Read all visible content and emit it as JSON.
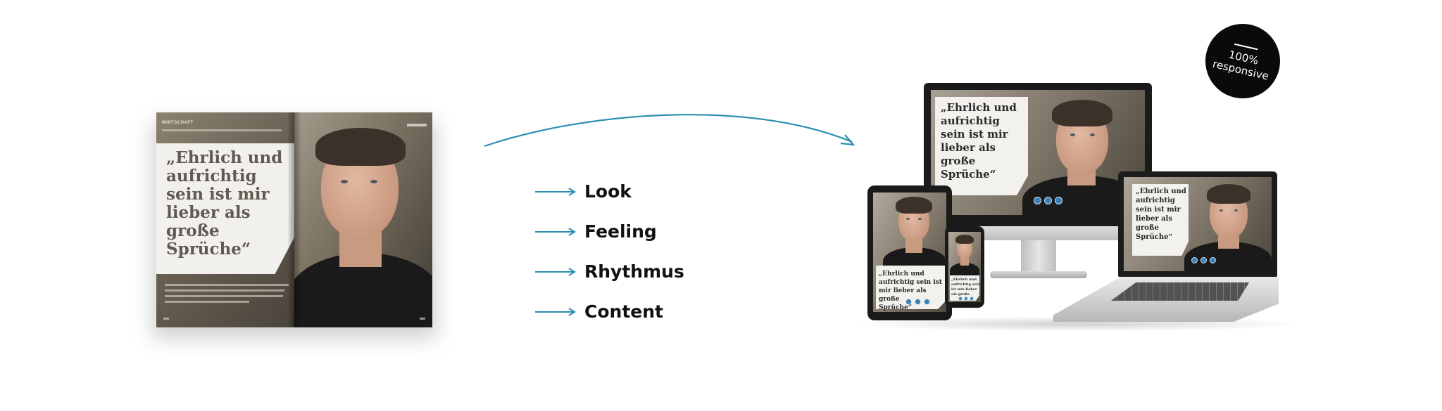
{
  "magazine": {
    "header": "WIRTSCHAFT",
    "quote": "„Ehrlich und\naufrichtig\nsein ist mir\nlieber als\ngroße\nSprüche“"
  },
  "features": {
    "items": [
      {
        "label": "Look"
      },
      {
        "label": "Feeling"
      },
      {
        "label": "Rhythmus"
      },
      {
        "label": "Content"
      }
    ],
    "arrow_color": "#2a8fb0"
  },
  "devices": {
    "monitor_quote": "„Ehrlich und\naufrichtig\nsein ist mir\nlieber als\ngroße\nSprüche“",
    "laptop_quote": "„Ehrlich und\naufrichtig\nsein ist mir\nlieber als\ngroße\nSprüche“",
    "tablet_quote": "„Ehrlich und\naufrichtig sein ist\nmir lieber als große\nSprüche“",
    "phone_quote": "„Ehrlich und\naufrichtig sein\nist mir lieber\nals große"
  },
  "badge": {
    "line1": "100%",
    "line2": "responsive"
  }
}
